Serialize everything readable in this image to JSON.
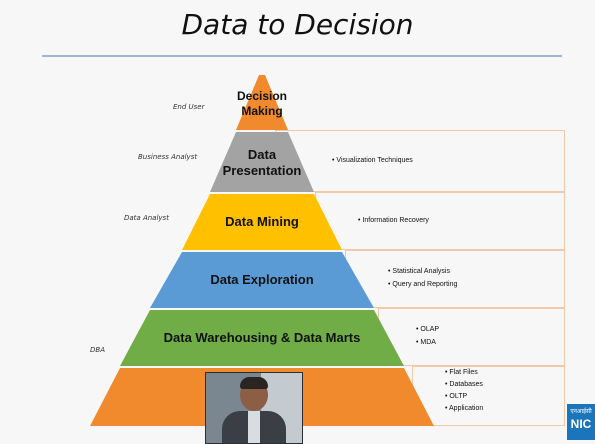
{
  "slide": {
    "title": "Data to Decision"
  },
  "pyramid": {
    "levels": [
      {
        "label_line1": "Decision",
        "label_line2": "Making",
        "color": "#f08a2c"
      },
      {
        "label_line1": "Data",
        "label_line2": "Presentation",
        "color": "#a3a3a3"
      },
      {
        "label": "Data Mining",
        "color": "#ffc000"
      },
      {
        "label": "Data Exploration",
        "color": "#5b9bd5"
      },
      {
        "label": "Data Warehousing & Data Marts",
        "color": "#70ad47"
      },
      {
        "label": "",
        "color": "#f08a2c"
      }
    ]
  },
  "roles": {
    "end_user": "End User",
    "business_analyst": "Business Analyst",
    "data_analyst": "Data Analyst",
    "dba": "DBA"
  },
  "bullets": {
    "presentation": [
      "Visualization Techniques"
    ],
    "mining": [
      "Information Recovery"
    ],
    "exploration": [
      "Statistical Analysis",
      "Query and Reporting"
    ],
    "warehousing": [
      "OLAP",
      "MDA"
    ],
    "sources": [
      "Flat Files",
      "Databases",
      "OLTP",
      "Application"
    ]
  },
  "logo": {
    "small_text": "एनआईसी",
    "big_text": "NIC"
  },
  "colors": {
    "box_border": "#f2c9a6",
    "rule": "#9bb7d6"
  }
}
